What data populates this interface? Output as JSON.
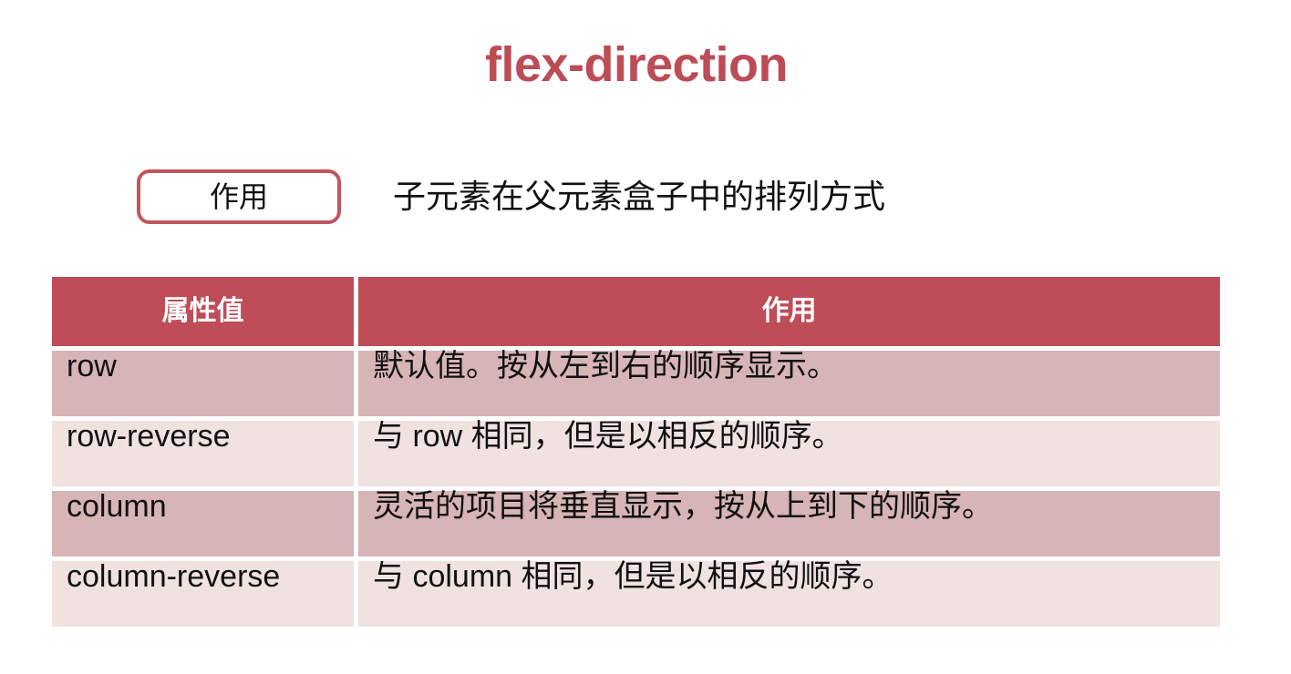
{
  "title": "flex-direction",
  "colors": {
    "accent": "#bc4c56",
    "header_bg": "#be4d57",
    "badge_border": "#c0555e",
    "row_odd_bg": "#d7b4b5",
    "row_even_bg": "#efe2e1",
    "text": "#111111",
    "page_bg": "#ffffff"
  },
  "subtitle": {
    "badge_label": "作用",
    "description": "子元素在父元素盒子中的排列方式"
  },
  "table": {
    "headers": [
      "属性值",
      "作用"
    ],
    "rows": [
      {
        "value": "row",
        "desc": "默认值。按从左到右的顺序显示。"
      },
      {
        "value": "row-reverse",
        "desc": "与 row 相同，但是以相反的顺序。"
      },
      {
        "value": "column",
        "desc": "灵活的项目将垂直显示，按从上到下的顺序。"
      },
      {
        "value": "column-reverse",
        "desc": "与 column 相同，但是以相反的顺序。"
      }
    ]
  }
}
